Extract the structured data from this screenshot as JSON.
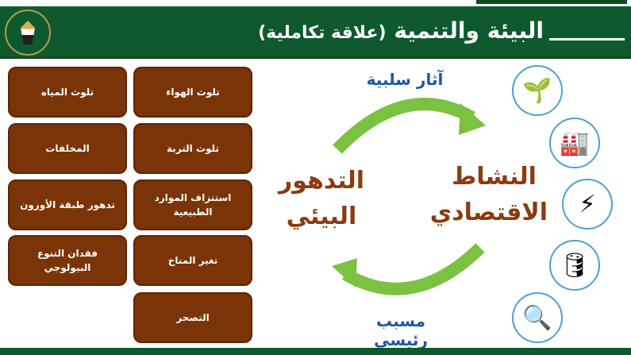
{
  "header": {
    "title": "البيئة والتنمية",
    "subtitle": "(علاقة تكاملية)"
  },
  "boxes": [
    {
      "label": "تلوث الهواء"
    },
    {
      "label": "تلوث المياه"
    },
    {
      "label": "تلوث التربة"
    },
    {
      "label": "المخلفات"
    },
    {
      "label": "استنزاف الموارد الطبيعية"
    },
    {
      "label": "تدهور طبقة الأوزون"
    },
    {
      "label": "تغير المناخ"
    },
    {
      "label": "فقدان التنوع البيولوجي"
    },
    {
      "label": "التصحر"
    }
  ],
  "cycle": {
    "top_label": "آثار سلبية",
    "bottom_label": "مسبب رئيسي",
    "left_line1": "التدهور",
    "left_line2": "البيئي",
    "right_line1": "النشاط",
    "right_line2": "الاقتصادي"
  },
  "colors": {
    "green": "#0e5a2e",
    "brown": "#7a3408",
    "blue": "#1f55a6",
    "arrow": "#7cc242"
  }
}
